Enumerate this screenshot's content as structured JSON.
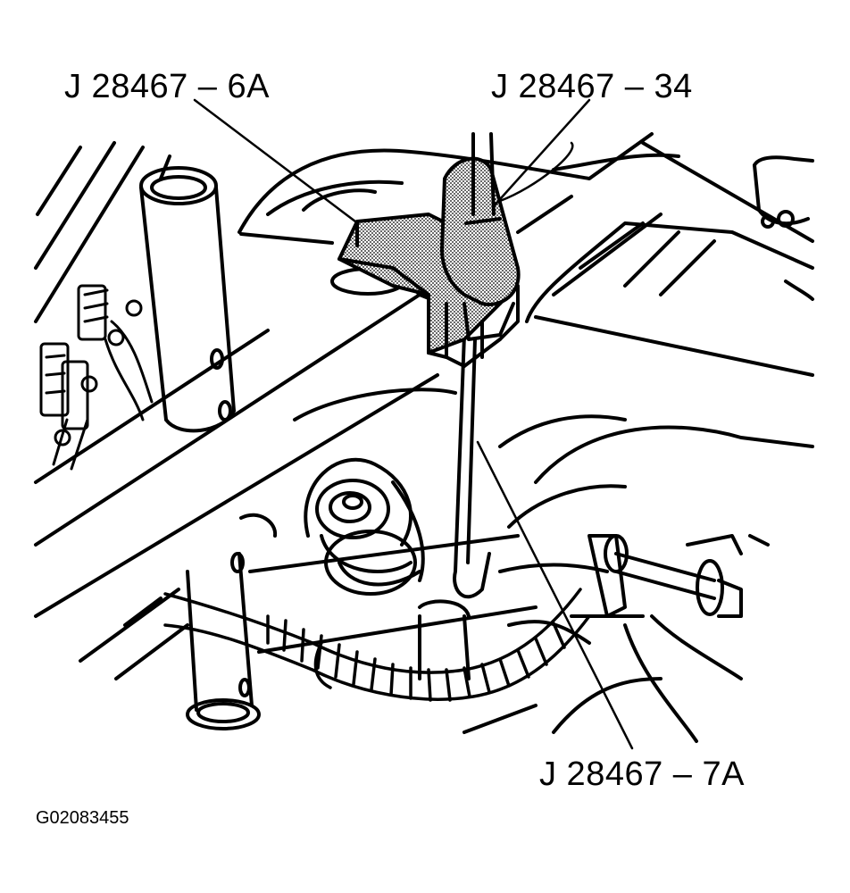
{
  "callouts": {
    "tool_6a": "J 28467 – 6A",
    "tool_34": "J 28467 – 34",
    "tool_7a": "J 28467 – 7A"
  },
  "figure_id": "G02083455",
  "colors": {
    "ink": "#000000",
    "paper": "#ffffff",
    "stipple": "#b5b5b5"
  }
}
